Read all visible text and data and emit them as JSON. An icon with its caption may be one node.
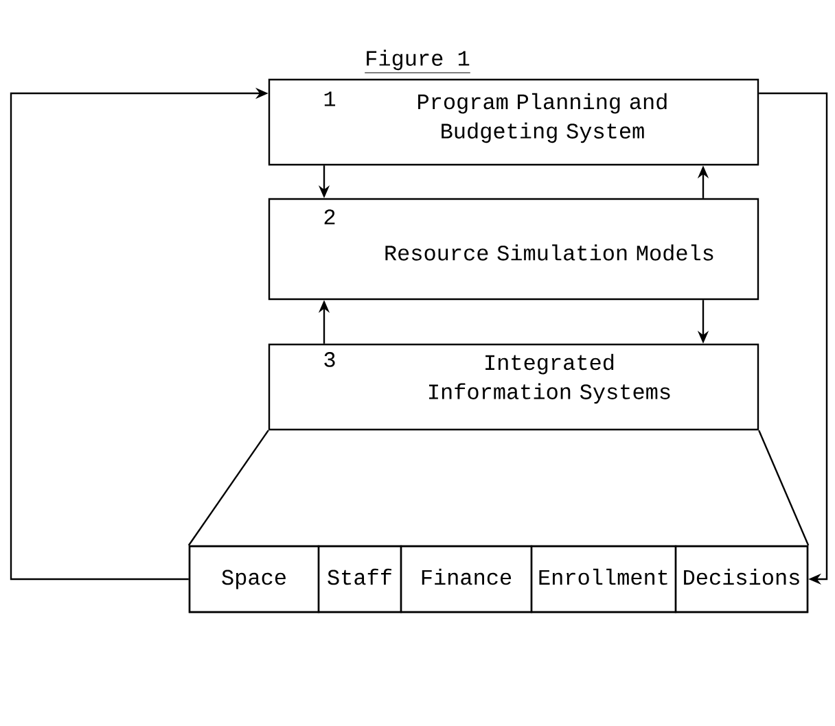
{
  "diagram": {
    "title": "Figure 1",
    "nodes": [
      {
        "text": [
          "1",
          "Program Planning and Budgeting System"
        ]
      },
      {
        "text": [
          "2",
          "Resource Simulation Models"
        ]
      },
      {
        "text": [
          "3",
          "Integrated Information Systems"
        ]
      },
      {
        "text": [],
        "shape": "box"
      },
      {
        "text": [
          "Space"
        ],
        "in": 3
      },
      {
        "text": [
          "Staff"
        ],
        "in": 3
      },
      {
        "text": [
          "Finance"
        ],
        "in": 3
      },
      {
        "text": [
          "Enrollment"
        ],
        "in": 3
      },
      {
        "text": [
          "Decisions"
        ],
        "in": 3
      }
    ],
    "edges": [
      {
        "from": 4,
        "to": 0,
        "arrow": "to"
      },
      {
        "from": 0,
        "to": 8,
        "arrow": "to"
      },
      {
        "from": 0,
        "to": 1,
        "arrow": "to"
      },
      {
        "from": 1,
        "to": 0,
        "arrow": "to"
      },
      {
        "from": 2,
        "to": 1,
        "arrow": "to"
      },
      {
        "from": 1,
        "to": 2,
        "arrow": "to"
      },
      {
        "from": 2,
        "to": 3,
        "arrow": "none"
      },
      {
        "from": 2,
        "to": 3,
        "arrow": "none"
      }
    ]
  }
}
